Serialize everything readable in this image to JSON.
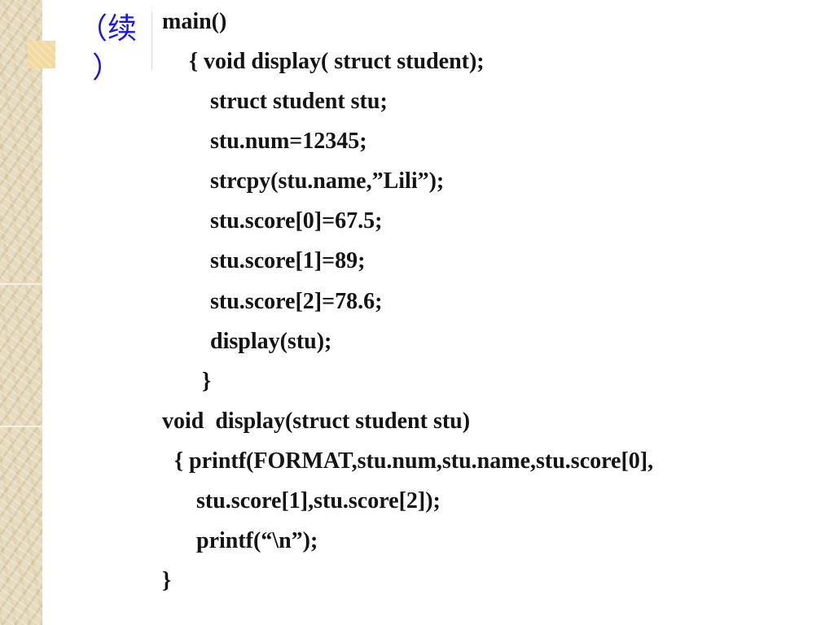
{
  "slide": {
    "heading_line1": "（续",
    "heading_line2": "）",
    "code_lines": [
      "main()",
      "{ void display( struct student);",
      "struct student stu;",
      "stu.num=12345;",
      "strcpy(stu.name,”Lili”);",
      "stu.score[0]=67.5;",
      "stu.score[1]=89;",
      "stu.score[2]=78.6;",
      "display(stu);",
      "}",
      "void  display(struct student stu)",
      "{ printf(FORMAT,stu.num,stu.name,stu.score[0],",
      "stu.score[1],stu.score[2]);",
      "printf(“\\n”);",
      "}"
    ]
  },
  "colors": {
    "heading": "#1a1ad6",
    "code_text": "#141414",
    "strip": "#e7dcc0",
    "tile": "#f2d9a0"
  }
}
